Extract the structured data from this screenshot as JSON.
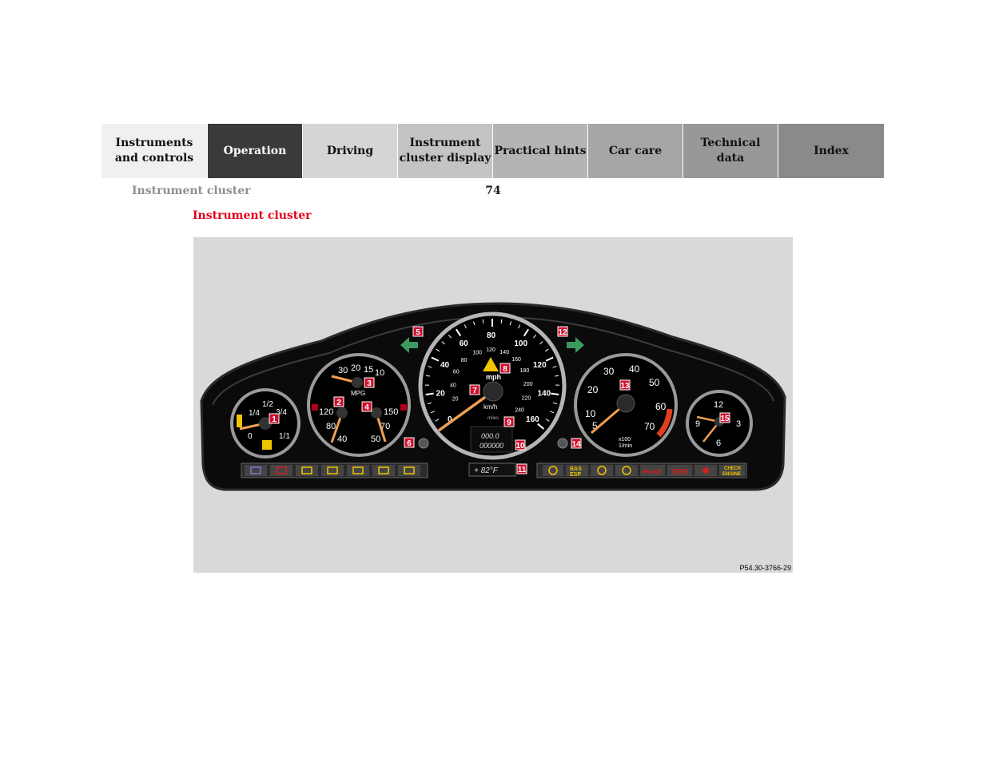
{
  "tabs": [
    {
      "label": "Instruments\nand controls",
      "bg": "#f0f0f0",
      "fg": "#111111",
      "width": 132
    },
    {
      "label": "Operation",
      "bg": "#3a3a3a",
      "fg": "#ffffff",
      "width": 119
    },
    {
      "label": "Driving",
      "bg": "#d5d5d5",
      "fg": "#111111",
      "width": 119
    },
    {
      "label": "Instrument\ncluster display",
      "bg": "#c4c4c4",
      "fg": "#111111",
      "width": 119
    },
    {
      "label": "Practical hints",
      "bg": "#b4b4b4",
      "fg": "#111111",
      "width": 119
    },
    {
      "label": "Car care",
      "bg": "#a6a6a6",
      "fg": "#111111",
      "width": 119
    },
    {
      "label": "Technical\ndata",
      "bg": "#989898",
      "fg": "#111111",
      "width": 119
    },
    {
      "label": "Index",
      "bg": "#8a8a8a",
      "fg": "#111111",
      "width": 133
    }
  ],
  "header": {
    "section": "Instrument cluster",
    "page": "74"
  },
  "title": "Instrument cluster",
  "figure": {
    "code": "P54.30-3766-29",
    "callouts": [
      "1",
      "2",
      "3",
      "4",
      "5",
      "6",
      "7",
      "8",
      "9",
      "10",
      "11",
      "12",
      "13",
      "14",
      "15"
    ],
    "fuel_labels": [
      "1/4",
      "1/2",
      "3/4",
      "1/1",
      "0"
    ],
    "mpg_labels": [
      "30",
      "20",
      "15",
      "10",
      "MPG"
    ],
    "coolant_labels": [
      "120",
      "80",
      "40"
    ],
    "oil_labels": [
      "150",
      "70",
      "50"
    ],
    "speed_mph": [
      "0",
      "20",
      "40",
      "60",
      "80",
      "100",
      "120",
      "140",
      "160"
    ],
    "speed_kmh": [
      "20",
      "40",
      "60",
      "80",
      "100",
      "120",
      "140",
      "160",
      "180",
      "200",
      "220",
      "240"
    ],
    "speed_unit_mph": "mph",
    "speed_unit_kmh": "km/h",
    "speed_miles": "miles",
    "odo_trip": "000.0",
    "odo_total": "000000",
    "odo_unit": "miles",
    "temp_display": "+    82°F",
    "tach_labels": [
      "5",
      "10",
      "20",
      "30",
      "40",
      "50",
      "60",
      "70"
    ],
    "tach_unit": "x100",
    "tach_unit2": "1/min",
    "clock_labels": [
      "12",
      "3",
      "6",
      "9"
    ],
    "warn_bas": "BAS",
    "warn_esp": "ESP",
    "warn_brake": "BRAKE",
    "warn_srs": "SRS",
    "warn_check": "CHECK",
    "warn_engine": "ENGINE"
  }
}
